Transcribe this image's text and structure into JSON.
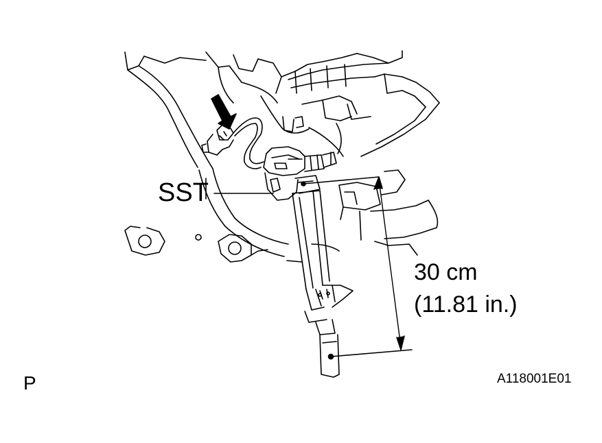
{
  "labels": {
    "tool": "SST",
    "dimension_metric": "30 cm",
    "dimension_imperial": "(11.81 in.)",
    "view_letter": "P",
    "figure_code": "A118001E01"
  },
  "colors": {
    "line": "#000000",
    "background": "#ffffff"
  }
}
